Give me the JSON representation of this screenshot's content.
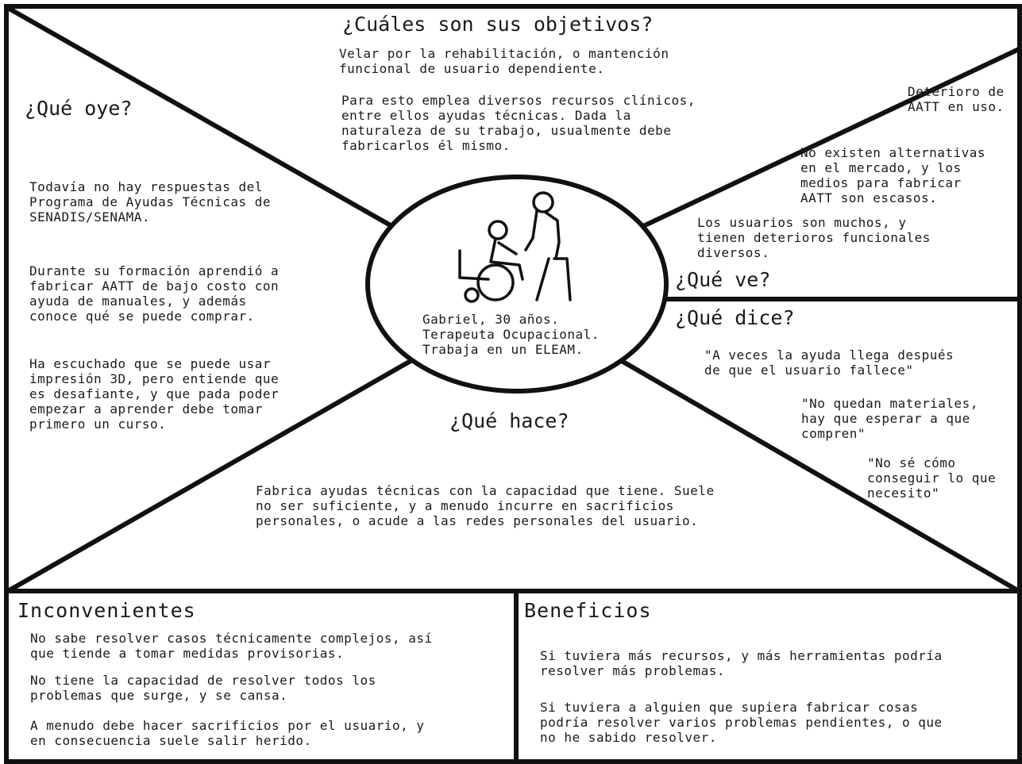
{
  "goals": {
    "title": "¿Cuáles son sus objetivos?",
    "p1": "Velar por la rehabilitación, o mantención\nfuncional de usuario dependiente.",
    "p2": "Para esto emplea diversos recursos clínicos,\nentre ellos ayudas técnicas. Dada la\nnaturaleza de su trabajo, usualmente debe\nfabricarlos él mismo."
  },
  "hears": {
    "title": "¿Qué oye?",
    "p1": "Todavía no hay respuestas del\nPrograma de Ayudas Técnicas de\nSENADIS/SENAMA.",
    "p2": "Durante su formación aprendió a\nfabricar AATT de bajo costo con\nayuda de manuales, y además\nconoce qué se puede comprar.",
    "p3": "Ha escuchado que se puede usar\nimpresión 3D, pero entiende que\nes desafiante, y que pada poder\nempezar a aprender debe tomar\nprimero un curso."
  },
  "sees": {
    "title": "¿Qué ve?",
    "p1": "Deterioro de\nAATT en uso.",
    "p2": "No existen alternativas\nen el mercado, y los\nmedios para fabricar\nAATT son escasos.",
    "p3": "Los usuarios son muchos, y\ntienen deterioros funcionales\ndiversos."
  },
  "says": {
    "title": "¿Qué dice?",
    "q1": "\"A veces la ayuda llega después\nde que el usuario fallece\"",
    "q2": "\"No quedan materiales,\nhay que esperar a que\ncompren\"",
    "q3": "\"No sé cómo\nconseguir lo que\nnecesito\""
  },
  "does": {
    "title": "¿Qué hace?",
    "p1": "Fabrica ayudas técnicas con la capacidad que tiene. Suele\nno ser suficiente, y a menudo incurre en sacrificios\npersonales, o acude a las redes personales del usuario."
  },
  "persona": {
    "description": "Gabriel, 30 años.\nTerapeuta Ocupacional.\nTrabaja en un ELEAM.",
    "icon": "wheelchair-caregiver-icon"
  },
  "pains": {
    "title": "Inconvenientes",
    "p1": "No sabe resolver casos técnicamente complejos, así\nque tiende a tomar medidas provisorias.",
    "p2": "No tiene la capacidad de resolver todos los\nproblemas que surge, y se cansa.",
    "p3": "A menudo debe hacer sacrificios por el usuario, y\nen consecuencia suele salir herido."
  },
  "gains": {
    "title": "Beneficios",
    "p1": "Si tuviera más recursos, y más herramientas podría\nresolver más problemas.",
    "p2": "Si tuviera a alguien que supiera fabricar cosas\npodría resolver varios problemas pendientes, o que\nno he sabido resolver."
  }
}
